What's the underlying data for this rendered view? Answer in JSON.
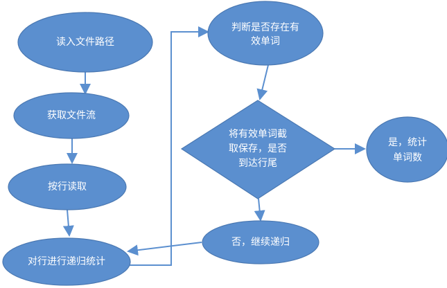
{
  "diagram": {
    "nodes": {
      "read_path": {
        "label": "读入文件路径"
      },
      "get_stream": {
        "label": "获取文件流"
      },
      "read_lines": {
        "label": "按行读取"
      },
      "recursive_count": {
        "label": "对行进行递归统计"
      },
      "check_words": {
        "lines": [
          "判断是否存在有",
          "效单词"
        ]
      },
      "extract_save": {
        "lines": [
          "将有效单词截",
          "取保存，是否",
          "到达行尾"
        ]
      },
      "yes_count": {
        "lines": [
          "是，统计",
          "单词数"
        ]
      },
      "no_continue": {
        "label": "否，继续递归"
      }
    }
  },
  "colors": {
    "node_fill": "#5b8fcf",
    "node_stroke": "#4a78b2",
    "arrow": "#5b8fcf",
    "text": "#ffffff",
    "background": "#ffffff"
  }
}
